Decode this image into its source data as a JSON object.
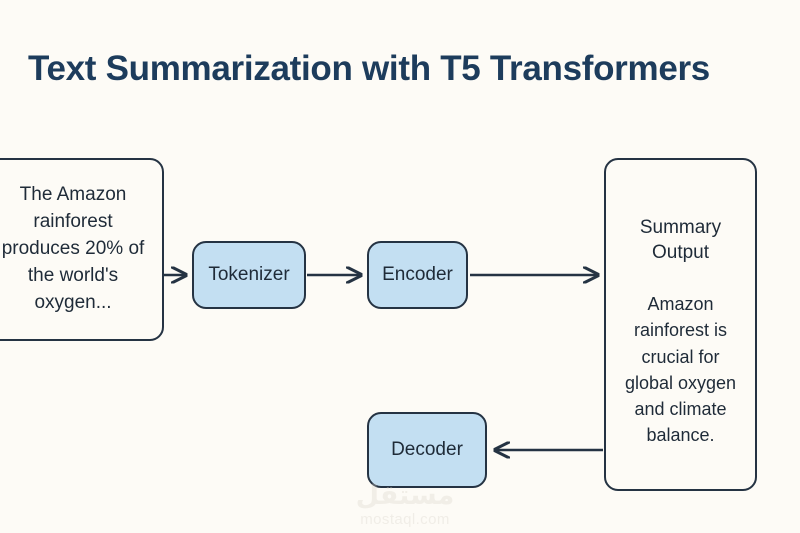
{
  "page": {
    "title": "Text Summarization with T5 Transformers",
    "background_color": "#fdfbf6",
    "title_color": "#1d3c5c",
    "node_border_color": "#253343",
    "node_blue_fill": "#c3dff2",
    "text_color": "#1f2b38"
  },
  "diagram": {
    "type": "flowchart",
    "nodes": [
      {
        "id": "input",
        "name": "input-text-node",
        "style": "plain",
        "text": "The Amazon rainforest produces 20% of the world's oxygen..."
      },
      {
        "id": "tokenizer",
        "name": "tokenizer-node",
        "style": "blue",
        "label": "Tokenizer"
      },
      {
        "id": "encoder",
        "name": "encoder-node",
        "style": "blue",
        "label": "Encoder"
      },
      {
        "id": "decoder",
        "name": "decoder-node",
        "style": "blue",
        "label": "Decoder"
      },
      {
        "id": "summary",
        "name": "summary-output-node",
        "style": "plain",
        "heading": "Summary Output",
        "text": "Amazon rainforest is crucial for global oxygen and climate balance."
      }
    ],
    "edges": [
      {
        "from": "input",
        "to": "tokenizer",
        "direction": "right"
      },
      {
        "from": "tokenizer",
        "to": "encoder",
        "direction": "right"
      },
      {
        "from": "encoder",
        "to": "summary",
        "direction": "right"
      },
      {
        "from": "summary",
        "to": "decoder",
        "direction": "left"
      }
    ]
  },
  "watermark": {
    "mark": "مستقل",
    "domain": "mostaql.com"
  }
}
